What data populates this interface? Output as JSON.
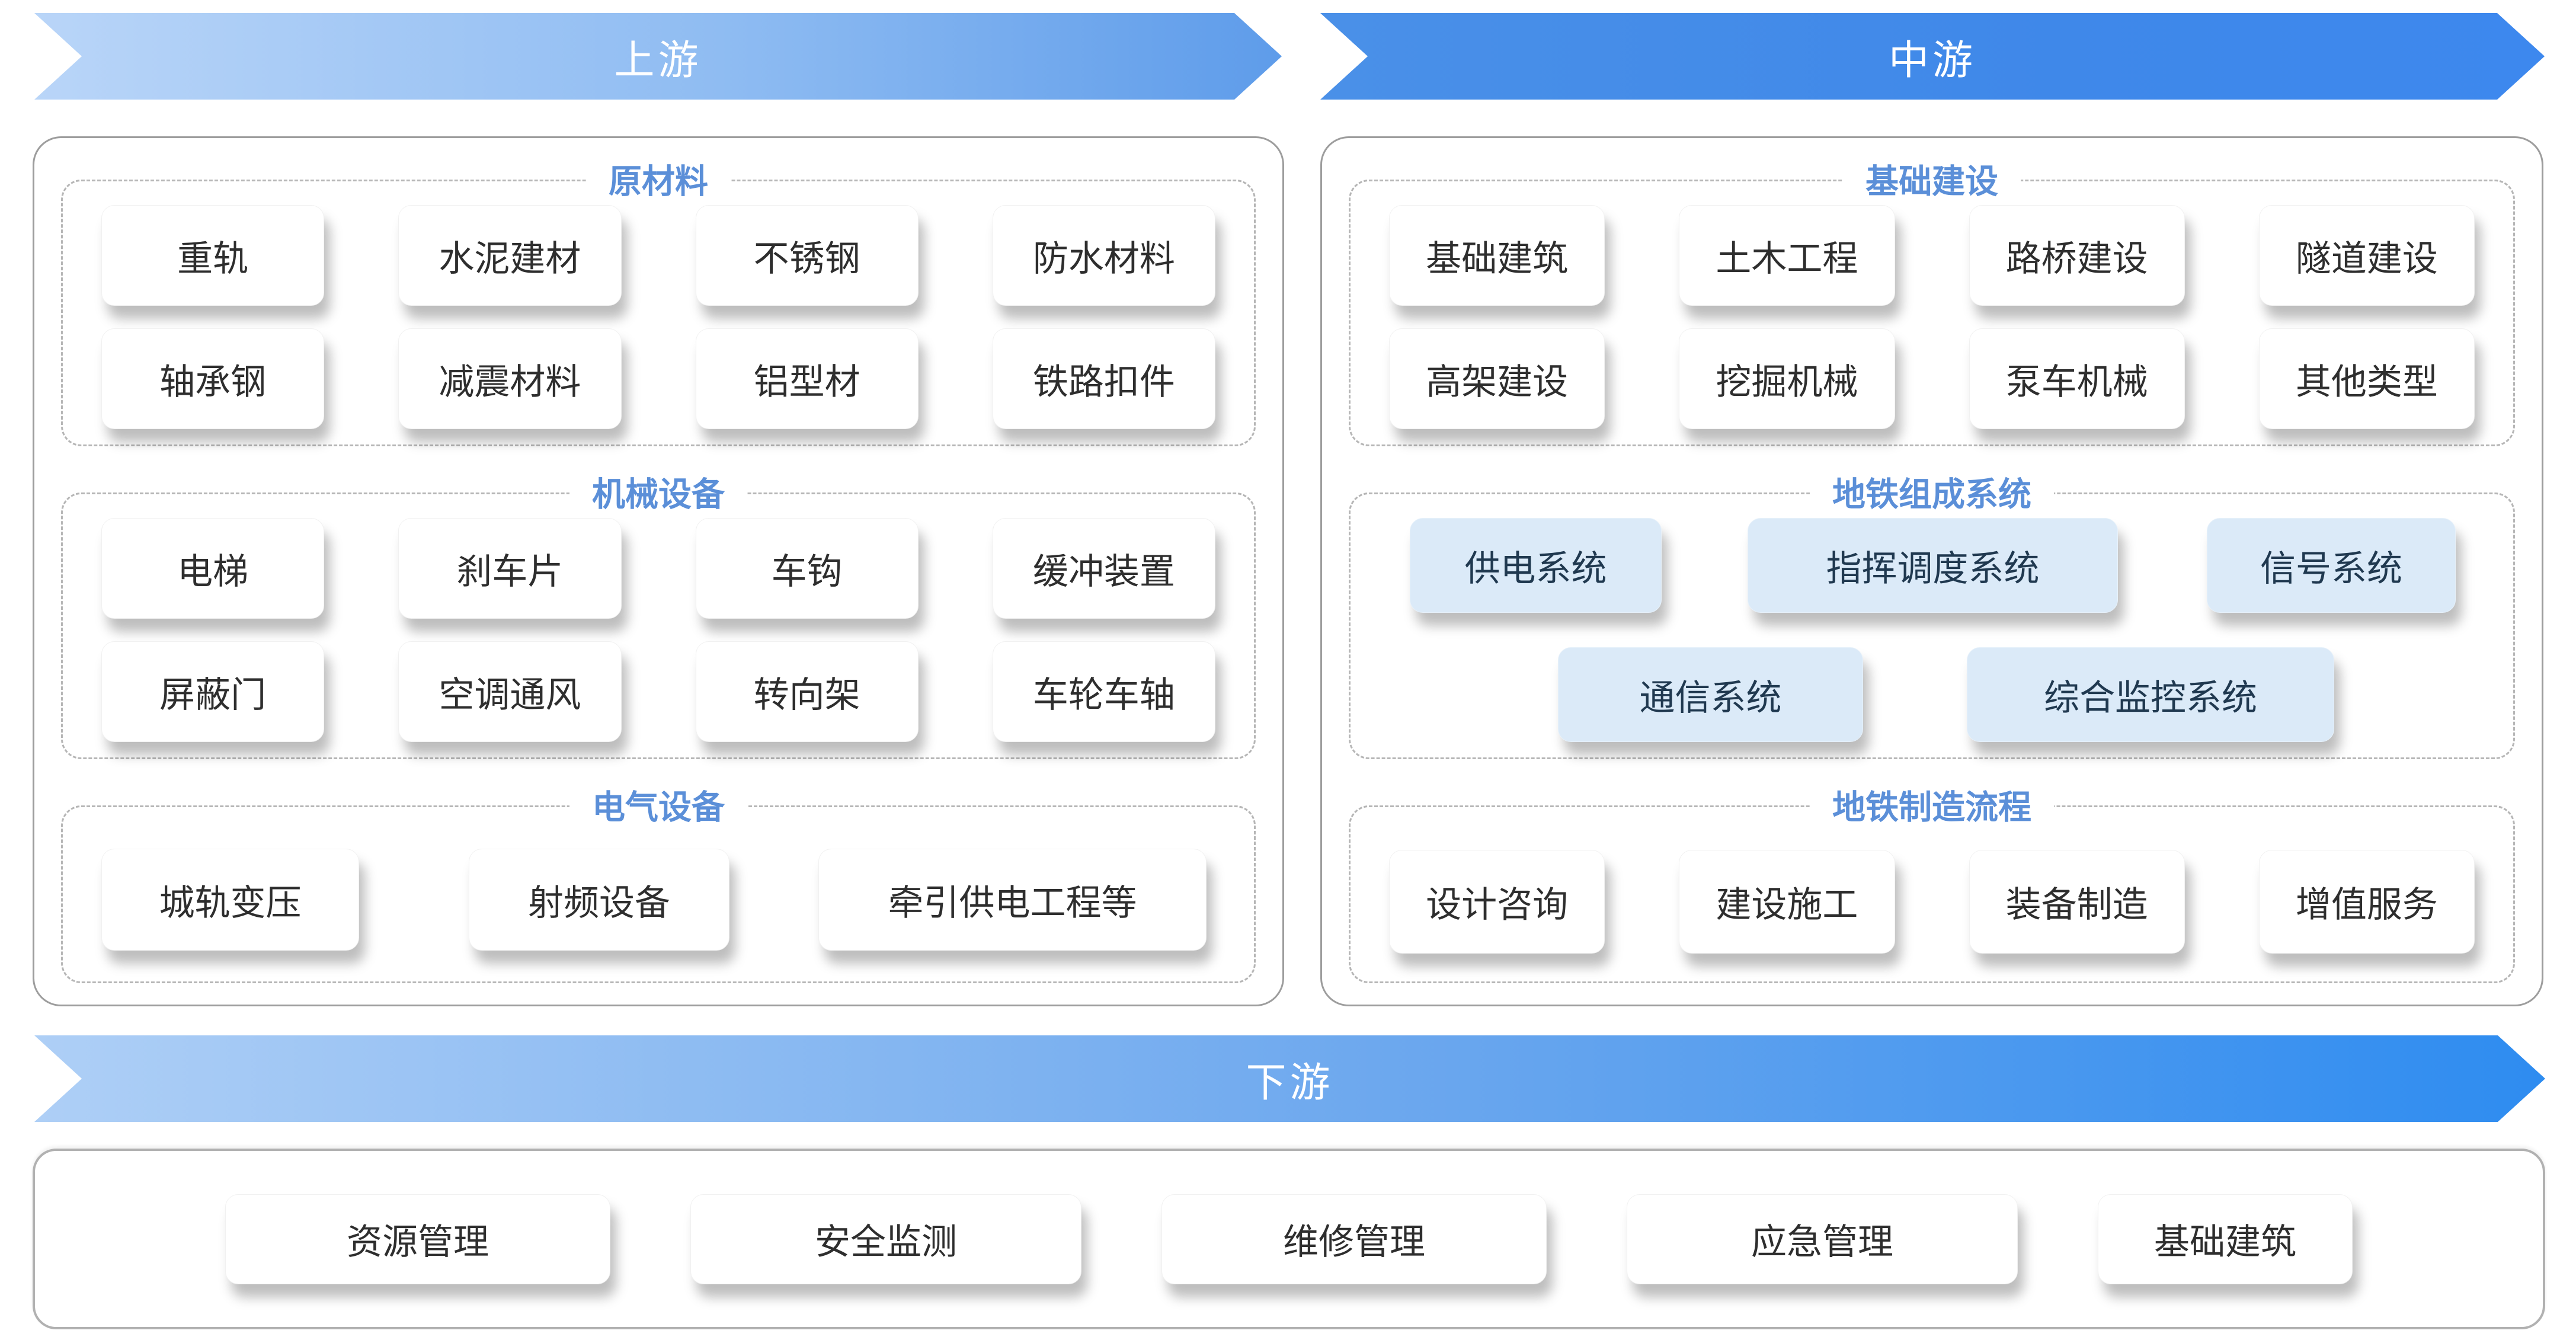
{
  "banners": {
    "upstream": "上游",
    "midstream": "中游",
    "downstream": "下游"
  },
  "upstream_panel": {
    "sections": [
      {
        "title": "原材料",
        "items": [
          "重轨",
          "水泥建材",
          "不锈钢",
          "防水材料",
          "轴承钢",
          "减震材料",
          "铝型材",
          "铁路扣件"
        ]
      },
      {
        "title": "机械设备",
        "items": [
          "电梯",
          "刹车片",
          "车钩",
          "缓冲装置",
          "屏蔽门",
          "空调通风",
          "转向架",
          "车轮车轴"
        ]
      },
      {
        "title": "电气设备",
        "items": [
          "城轨变压",
          "射频设备",
          "牵引供电工程等"
        ]
      }
    ]
  },
  "midstream_panel": {
    "sections": [
      {
        "title": "基础建设",
        "items": [
          "基础建筑",
          "土木工程",
          "路桥建设",
          "隧道建设",
          "高架建设",
          "挖掘机械",
          "泵车机械",
          "其他类型"
        ]
      },
      {
        "title": "地铁组成系统",
        "items": [
          "供电系统",
          "指挥调度系统",
          "信号系统",
          "通信系统",
          "综合监控系统"
        ],
        "highlighted": true
      },
      {
        "title": "地铁制造流程",
        "items": [
          "设计咨询",
          "建设施工",
          "装备制造",
          "增值服务"
        ]
      }
    ]
  },
  "downstream_panel": {
    "items": [
      "资源管理",
      "安全监测",
      "维修管理",
      "应急管理",
      "基础建筑"
    ]
  },
  "colors": {
    "banner_up_gradient": [
      "#b9d5f8",
      "#5e9cea"
    ],
    "banner_mid_gradient": [
      "#4a90e8",
      "#3d88ee"
    ],
    "banner_down_gradient": [
      "#aecff6",
      "#2e8cf0"
    ],
    "section_title": "#5b8fd8",
    "highlight_chip_bg": "#dbeaf8",
    "panel_border": "#9d9d9d"
  }
}
